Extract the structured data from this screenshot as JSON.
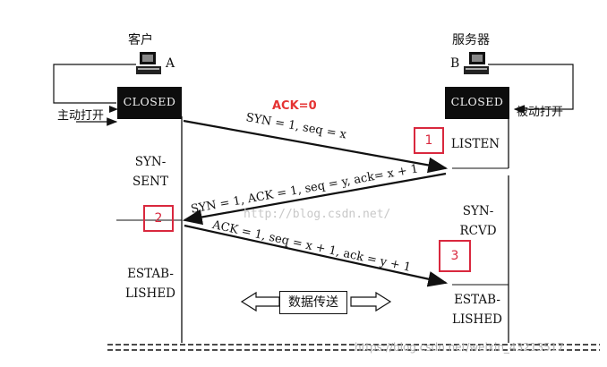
{
  "client": {
    "title": "客户",
    "letter": "A",
    "closed": "CLOSED",
    "open_label": "主动打开"
  },
  "server": {
    "title": "服务器",
    "letter": "B",
    "closed": "CLOSED",
    "open_label": "被动打开"
  },
  "states_client": {
    "syn_sent": "SYN-\nSENT",
    "established": "ESTAB-\nLISHED"
  },
  "states_server": {
    "listen": "LISTEN",
    "syn_rcvd": "SYN-\nRCVD",
    "established": "ESTAB-\nLISHED"
  },
  "messages": {
    "first": "SYN = 1, seq = x",
    "second": "SYN = 1, ACK = 1, seq = y, ack= x + 1",
    "third": "ACK = 1, seq = x + 1, ack = y + 1"
  },
  "annotations": {
    "ack0": "ACK=0",
    "step1": "1",
    "step2": "2",
    "step3": "3"
  },
  "data_transfer": "数据传送",
  "watermark": {
    "center": "http://blog.csdn.net/",
    "bottom": "https://blog.csdn.net/weixin_43213517"
  },
  "colors": {
    "accent_red": "#d9283e"
  }
}
